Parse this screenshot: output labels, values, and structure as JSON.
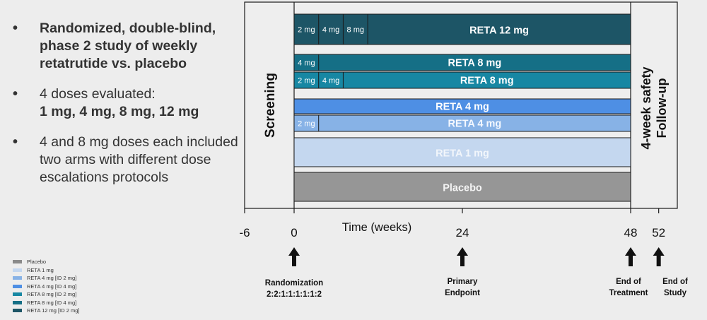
{
  "bullets": [
    {
      "symbol": "•",
      "text": "Randomized, double-blind, phase 2 study of weekly retatrutide vs. placebo"
    },
    {
      "symbol": "•",
      "line1": "4 doses evaluated:",
      "line2": "1 mg, 4 mg, 8 mg, 12 mg"
    },
    {
      "symbol": "•",
      "text": "4 and 8 mg doses each included two arms with different dose escalations protocols"
    }
  ],
  "diagram": {
    "screening_label": "Screening",
    "followup_line1": "4-week safety",
    "followup_line2": "Follow-up",
    "arms": [
      {
        "segments": [
          "2 mg",
          "4 mg",
          "8 mg"
        ],
        "label": "RETA 12 mg",
        "color": "#1d5566"
      },
      {
        "segments": [
          "4 mg"
        ],
        "label": "RETA 8 mg",
        "color": "#156f86"
      },
      {
        "segments": [
          "2 mg",
          "4 mg"
        ],
        "label": "RETA 8 mg",
        "color": "#1787a3"
      },
      {
        "segments": [],
        "label": "RETA 4 mg",
        "color": "#4e8fe4"
      },
      {
        "segments": [
          "2 mg"
        ],
        "label": "RETA 4 mg",
        "color": "#87b2e6"
      },
      {
        "segments": [],
        "label": "RETA 1 mg",
        "color": "#c4d7ef"
      },
      {
        "segments": [],
        "label": "Placebo",
        "color": "#969696"
      }
    ],
    "axis": {
      "label": "Time (weeks)",
      "ticks": [
        "-6",
        "0",
        "24",
        "48",
        "52"
      ],
      "tick_values": [
        -6,
        0,
        24,
        48,
        52
      ]
    },
    "milestones": [
      {
        "week": 0,
        "line1": "Randomization",
        "line2": "2:2:1:1:1:1:1:2"
      },
      {
        "week": 24,
        "line1": "Primary",
        "line2": "Endpoint"
      },
      {
        "week": 48,
        "line1": "End of",
        "line2": "Treatment"
      },
      {
        "week": 52,
        "line1": "End of",
        "line2": "Study"
      }
    ]
  },
  "legend": [
    {
      "label": "Placebo",
      "color": "#8a8a8a"
    },
    {
      "label": "RETA 1 mg",
      "color": "#c4d7ef"
    },
    {
      "label": "RETA 4 mg [ID 2 mg]",
      "color": "#87b2e6"
    },
    {
      "label": "RETA 4 mg [ID 4 mg]",
      "color": "#4e8fe4"
    },
    {
      "label": "RETA 8 mg [ID 2 mg]",
      "color": "#1787a3"
    },
    {
      "label": "RETA 8 mg [ID 4 mg]",
      "color": "#156f86"
    },
    {
      "label": "RETA 12 mg [ID 2 mg]",
      "color": "#1d5566"
    }
  ]
}
